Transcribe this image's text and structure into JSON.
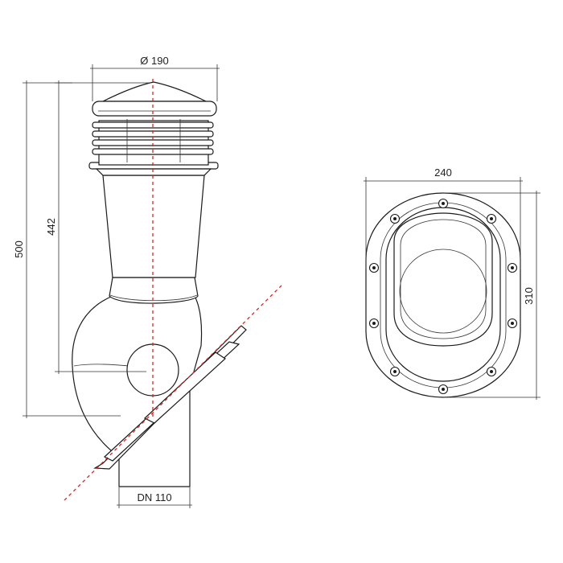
{
  "dimensions": {
    "cap_diameter": "Ø 190",
    "total_height": "500",
    "upper_height": "442",
    "pipe_diameter": "DN 110",
    "flange_width": "240",
    "flange_height": "310"
  },
  "colors": {
    "line": "#1a1a1a",
    "axis": "#d62828"
  }
}
